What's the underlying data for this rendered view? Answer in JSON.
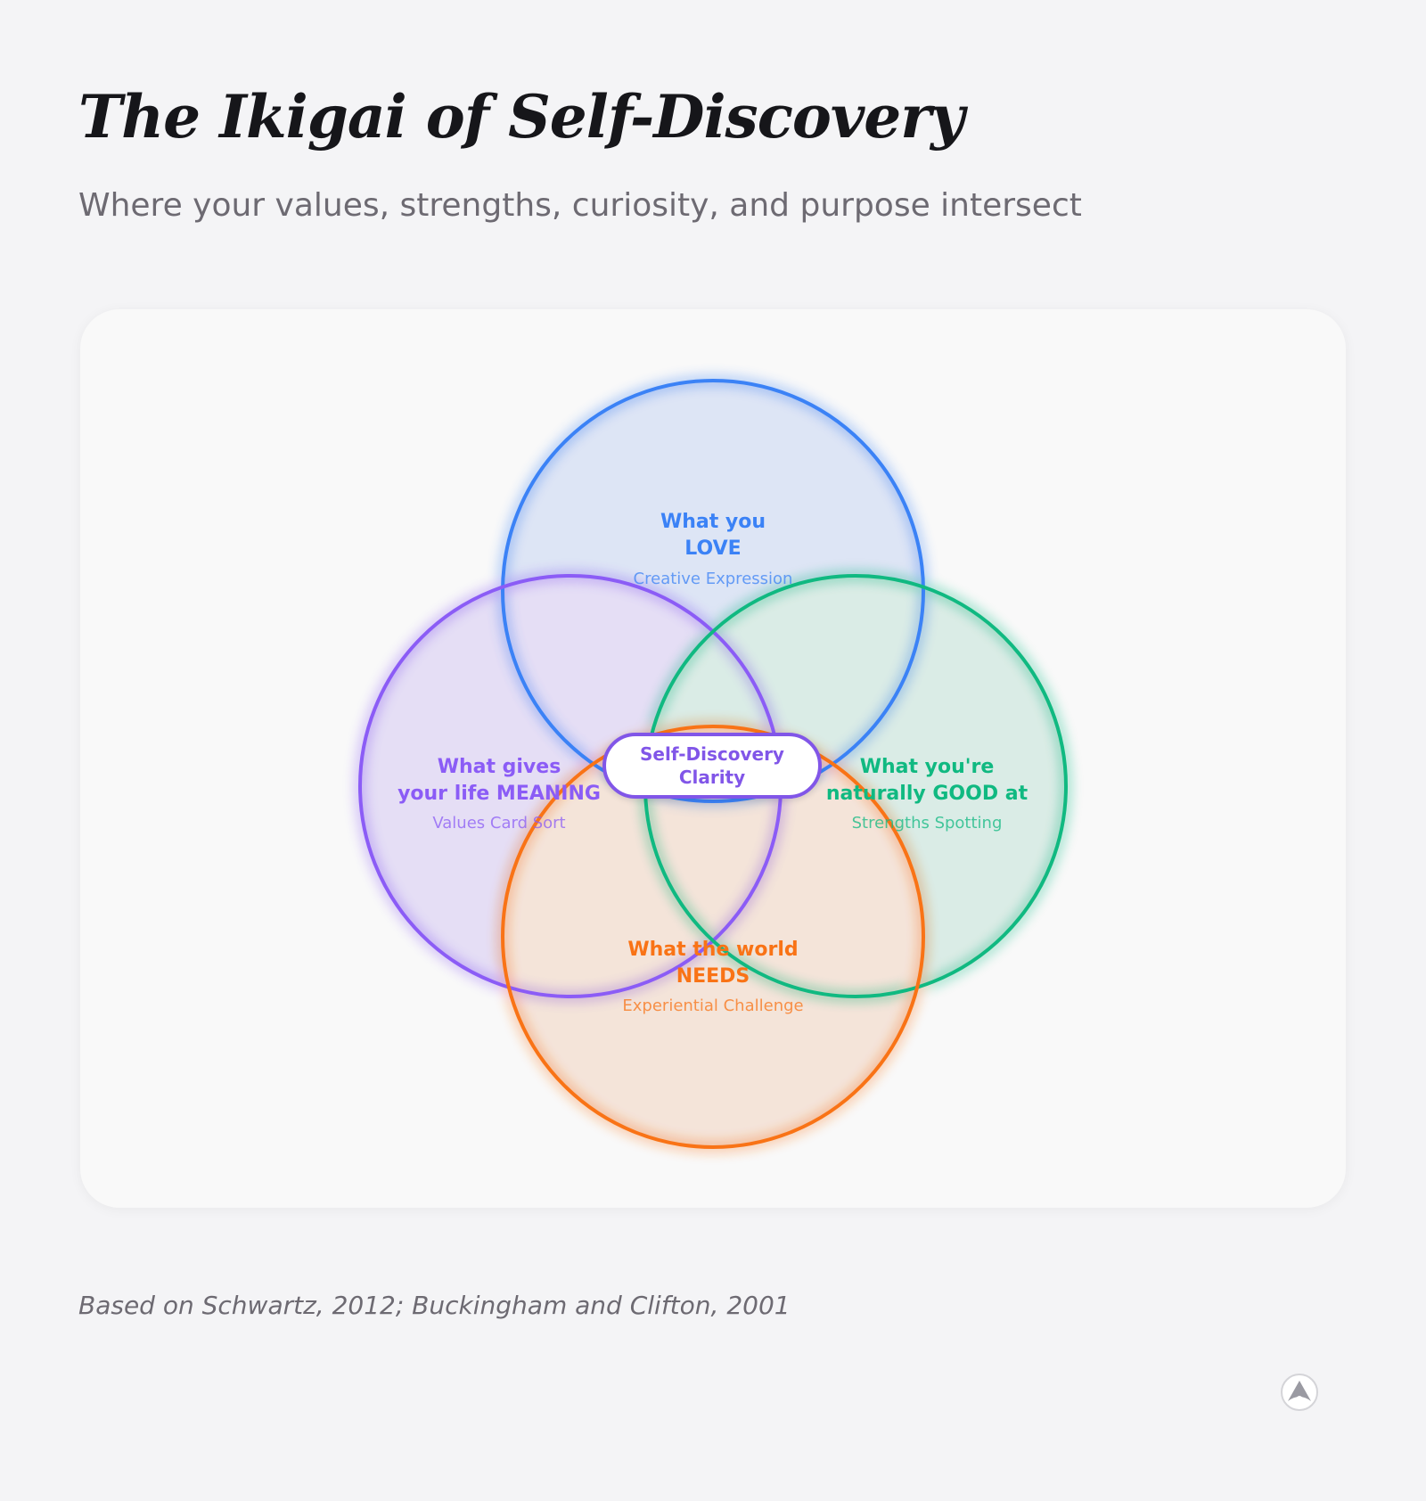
{
  "title": "The Ikigai of Self-Discovery",
  "subtitle": "Where your values, strengths, curiosity, and purpose intersect",
  "diagram": {
    "circles": {
      "love": {
        "line1": "What you",
        "line2": "LOVE",
        "sub": "Creative Expression",
        "color": "#3b82f6",
        "fill": "#e3ebfb"
      },
      "meaning": {
        "line1": "What gives",
        "line2": "your life MEANING",
        "sub": "Values Card Sort",
        "color": "#8b5cf6",
        "fill": "#ebe4fb"
      },
      "good": {
        "line1": "What you're",
        "line2": "naturally GOOD at",
        "sub": "Strengths Spotting",
        "color": "#10b981",
        "fill": "#e0f2ec"
      },
      "needs": {
        "line1": "What the world",
        "line2": "NEEDS",
        "sub": "Experiential Challenge",
        "color": "#f97316",
        "fill": "#faeadf"
      }
    },
    "center": {
      "line1": "Self-Discovery",
      "line2": "Clarity",
      "color": "#8156e8"
    }
  },
  "footnote": "Based on Schwartz, 2012; Buckingham and Clifton, 2001"
}
